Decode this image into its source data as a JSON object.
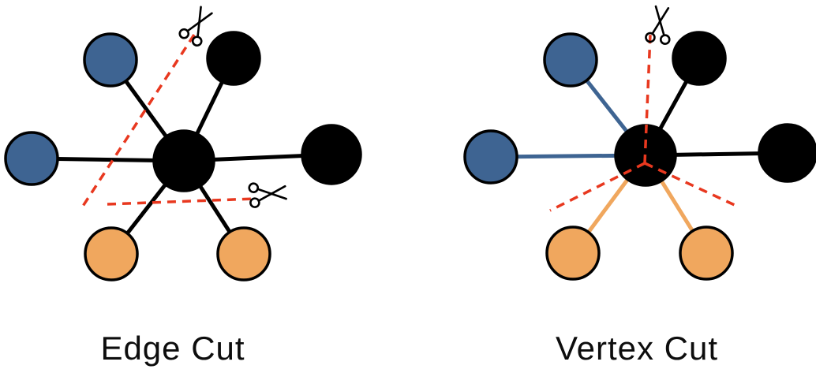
{
  "colors": {
    "blue": "#3e6492",
    "orange": "#f0a75e",
    "black": "#000000",
    "red": "#e8381f",
    "node_stroke": "#000000",
    "background": "#ffffff",
    "label_text": "#0d0d0d"
  },
  "diagram": {
    "panels": [
      {
        "id": "edge-cut",
        "label": "Edge Cut",
        "nodes": [
          [
            233,
            204,
            38,
            "black",
            "center-node"
          ],
          [
            140,
            76,
            33,
            "blue",
            "blue-node"
          ],
          [
            296,
            74,
            33,
            "black",
            "black-node"
          ],
          [
            40,
            201,
            33,
            "blue",
            "blue-node"
          ],
          [
            420,
            196,
            37,
            "black",
            "black-node"
          ],
          [
            141,
            322,
            33,
            "orange",
            "orange-node"
          ],
          [
            309,
            322,
            33,
            "orange",
            "orange-node"
          ]
        ],
        "edges": [
          [
            233,
            204,
            140,
            76,
            "black"
          ],
          [
            233,
            204,
            296,
            74,
            "black"
          ],
          [
            233,
            204,
            40,
            201,
            "black"
          ],
          [
            233,
            204,
            420,
            196,
            "black"
          ],
          [
            233,
            204,
            141,
            322,
            "black"
          ],
          [
            233,
            204,
            309,
            322,
            "black"
          ]
        ],
        "cuts": [
          [
            246,
            44,
            104,
            263
          ],
          [
            136,
            259,
            323,
            252
          ]
        ],
        "scissors": [
          [
            251,
            31,
            30
          ],
          [
            341,
            246,
            85
          ]
        ]
      },
      {
        "id": "vertex-cut",
        "label": "Vertex Cut",
        "nodes": [
          [
            818,
            197,
            38,
            "black",
            "center-node"
          ],
          [
            723,
            76,
            33,
            "blue",
            "blue-node"
          ],
          [
            886,
            74,
            33,
            "black",
            "black-node"
          ],
          [
            622,
            199,
            33,
            "blue",
            "blue-node"
          ],
          [
            998,
            194,
            36,
            "black",
            "black-node"
          ],
          [
            726,
            321,
            33,
            "orange",
            "orange-node"
          ],
          [
            895,
            321,
            33,
            "orange",
            "orange-node"
          ]
        ],
        "edges": [
          [
            818,
            197,
            723,
            76,
            "blue"
          ],
          [
            818,
            197,
            622,
            199,
            "blue"
          ],
          [
            818,
            197,
            886,
            74,
            "black"
          ],
          [
            818,
            197,
            998,
            194,
            "black"
          ],
          [
            818,
            197,
            726,
            321,
            "orange"
          ],
          [
            818,
            197,
            895,
            321,
            "orange"
          ]
        ],
        "cuts": [
          [
            817,
            207,
            824,
            44
          ],
          [
            817,
            207,
            697,
            267
          ],
          [
            817,
            207,
            933,
            261
          ]
        ],
        "scissors": [
          [
            836,
            30,
            8
          ]
        ]
      }
    ]
  }
}
